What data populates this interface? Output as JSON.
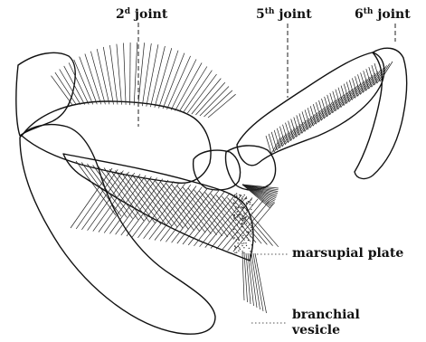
{
  "labels": {
    "joint2": {
      "ordinal": "2",
      "suffix": "d",
      "word": "joint"
    },
    "joint5": {
      "ordinal": "5",
      "suffix": "th",
      "word": "joint"
    },
    "joint6": {
      "ordinal": "6",
      "suffix": "th",
      "word": "joint"
    },
    "marsupial_plate": "marsupial plate",
    "branchial_line1": "branchial",
    "branchial_line2": "vesicle"
  }
}
